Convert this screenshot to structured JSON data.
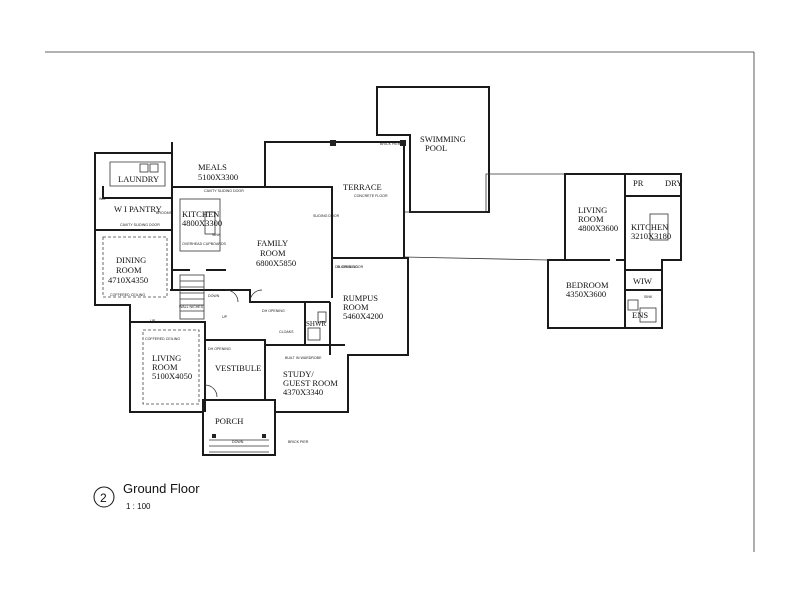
{
  "drawing": {
    "view_number": "2",
    "title": "Ground Floor",
    "scale": "1 : 100"
  },
  "rooms": {
    "meals": "MEALS",
    "meals_dim": "5100X3300",
    "laundry": "LAUNDRY",
    "wi_pantry": "W I PANTRY",
    "kitchen": "KITCHEN",
    "kitchen_dim": "4800X3300",
    "dining": "DINING",
    "dining2": "ROOM",
    "dining_dim": "4710X4350",
    "family": "FAMILY",
    "family2": "ROOM",
    "family_dim": "6800X5850",
    "terrace": "TERRACE",
    "pool1": "SWIMMING",
    "pool2": "POOL",
    "rumpus": "RUMPUS",
    "rumpus2": "ROOM",
    "rumpus_dim": "5460X4200",
    "shwr": "SHWR",
    "living": "LIVING",
    "living2": "ROOM",
    "living_dim": "5100X4050",
    "vestibule": "VESTIBULE",
    "study": "STUDY/",
    "study2": "GUEST ROOM",
    "study_dim": "4370X3340",
    "porch": "PORCH",
    "granny_living": "LIVING",
    "granny_living2": "ROOM",
    "granny_living_dim": "4800X3600",
    "granny_kitchen": "KITCHEN",
    "granny_kitchen_dim": "3210X3180",
    "bedroom": "BEDROOM",
    "bedroom_dim": "4350X3600",
    "pr": "PR",
    "dry": "DRY",
    "wiw": "WIW",
    "ens": "ENS"
  },
  "notes": {
    "cavity_slide_door": "CAVITY SLIDING DOOR",
    "cavity_slide_door2": "CAVITY SLIDING DOOR",
    "overhead_cupboards": "OVERHEAD CUPBOARDS",
    "coffered_ceiling": "COFFERED CEILING",
    "coffered_ceiling2": "COFFERED CEILING",
    "sliding_door": "SLIDING DOOR",
    "sliding_door2": "SLIDING DOOR",
    "concrete_floor": "CONCRETE FLOOR",
    "dh_opening": "DH OPENING",
    "dh_opening2": "DH OPENING",
    "dh_opening3": "DH OPENING",
    "brick_pier": "BRICK PIER",
    "brick_pier2": "BRICK PIER",
    "built_in_wardrobe": "BUILT IN WARDROBE",
    "wall_niches": "WALL NICHES",
    "cloaks": "CLOAKS",
    "up": "UP",
    "up2": "UP",
    "down": "DOWN",
    "down2": "DOWN",
    "sink": "SINK",
    "sink2": "SINK",
    "brooms": "BROOMS",
    "wm": "WM"
  }
}
